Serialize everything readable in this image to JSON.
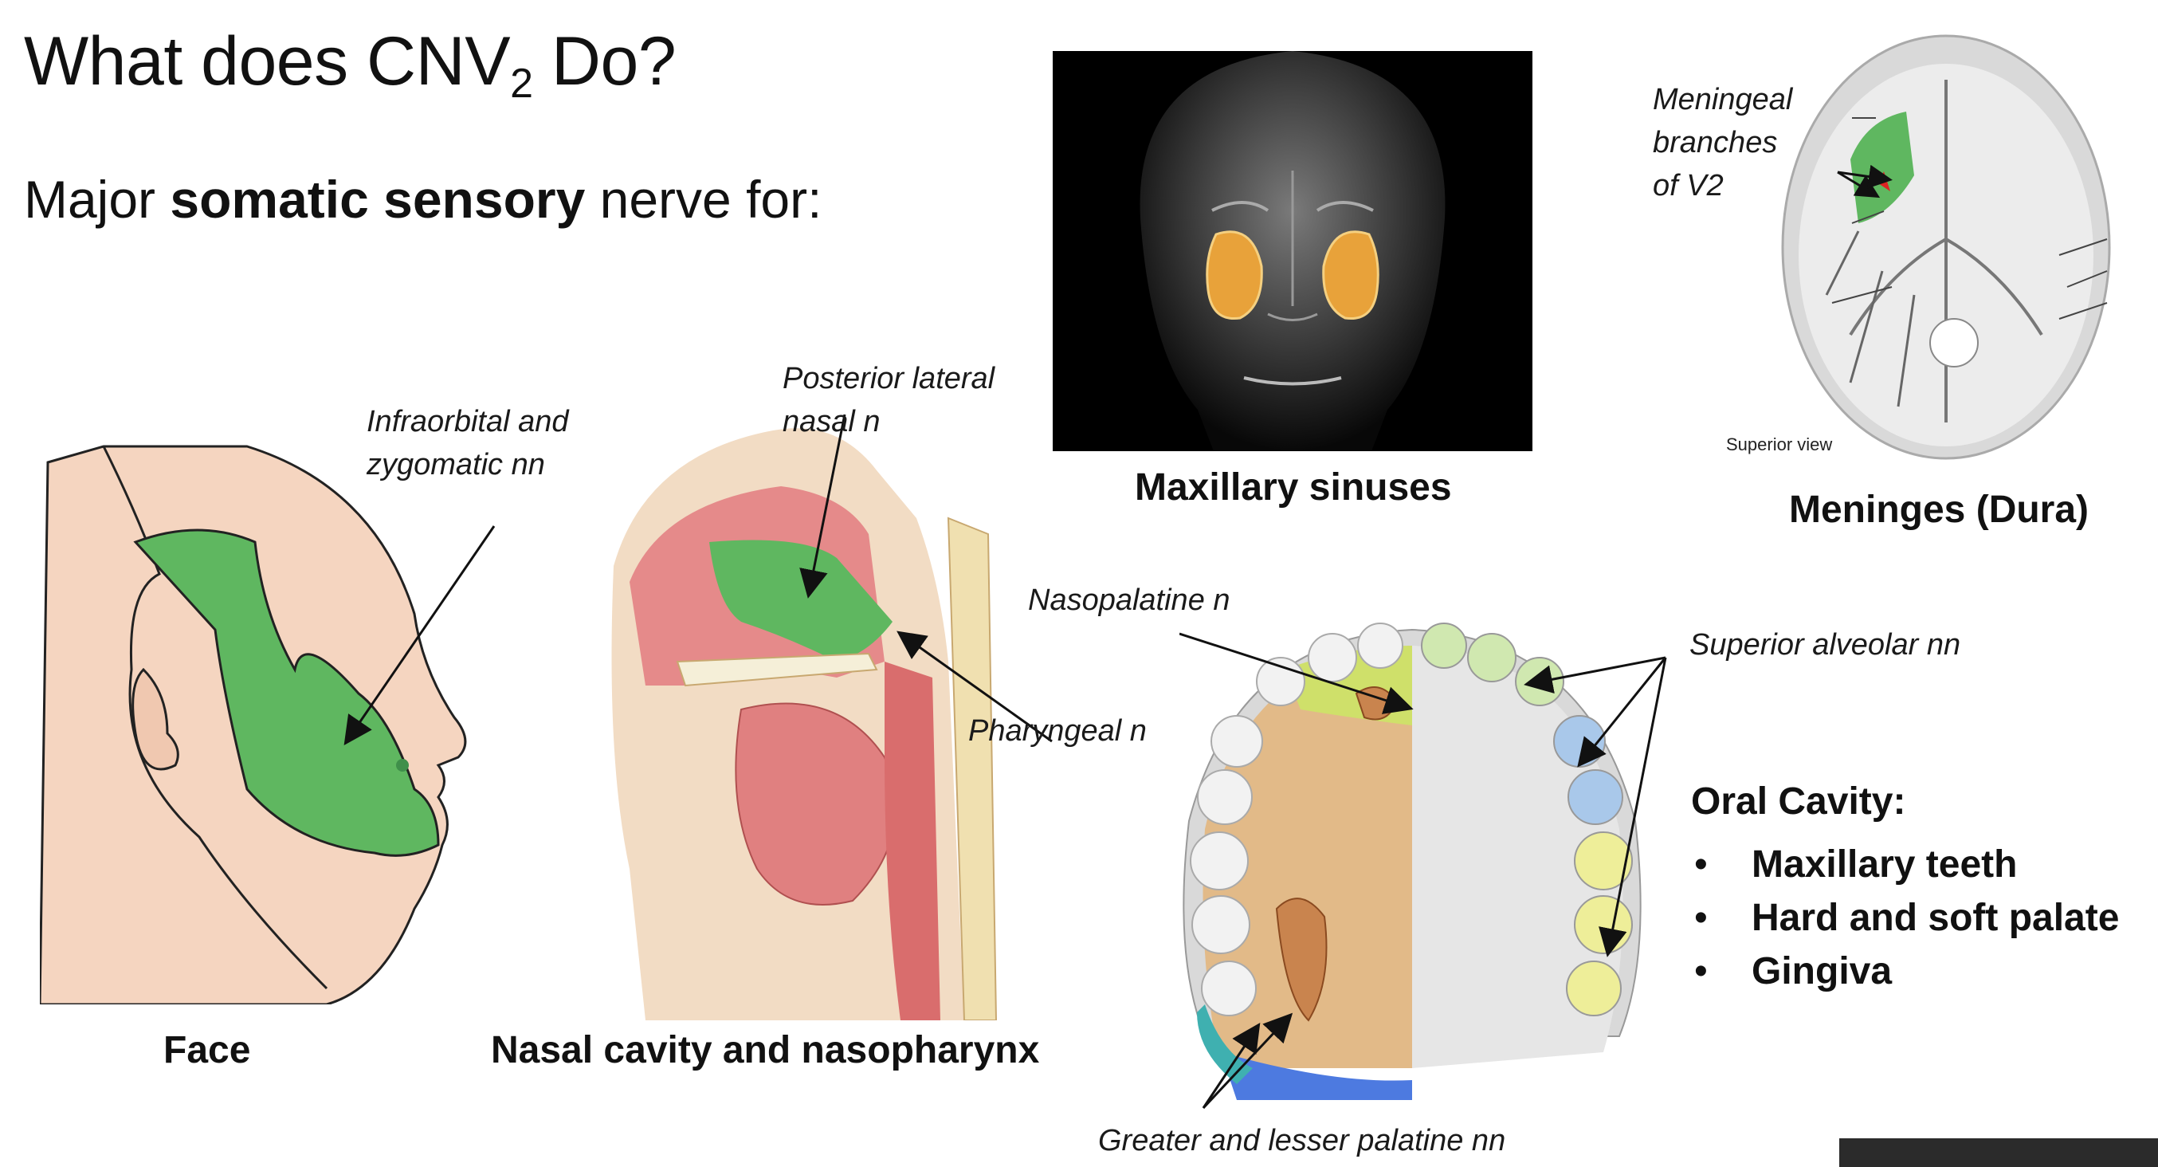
{
  "slide": {
    "title": "What does CNV",
    "title_sub": "2",
    "title_end": " Do?",
    "subtitle_pre": "Major ",
    "subtitle_bold": "somatic sensory",
    "subtitle_post": " nerve for:"
  },
  "captions": {
    "face": "Face",
    "nasal": "Nasal cavity and nasopharynx",
    "sinus": "Maxillary sinuses",
    "meninges": "Meninges (Dura)"
  },
  "labels": {
    "infraorbital_1": "Infraorbital and",
    "infraorbital_2": "zygomatic nn",
    "posterior_1": "Posterior lateral",
    "posterior_2": "nasal n",
    "pharyngeal": "Pharyngeal n",
    "nasopalatine": "Nasopalatine n",
    "superior_alveolar": "Superior alveolar nn",
    "palatine": "Greater and lesser palatine nn",
    "meningeal_1": "Meningeal",
    "meningeal_2": "branches",
    "meningeal_3": "of V2",
    "superior_view": "Superior view"
  },
  "oral_cavity": {
    "header": "Oral Cavity:",
    "bullet": "•",
    "items": [
      "Maxillary teeth",
      "Hard and soft palate",
      "Gingiva"
    ]
  },
  "colors": {
    "v2_green": "#5fb760",
    "skin": "#f5d5c0",
    "sinus_orange": "#e8a23a",
    "tooth_blue": "#a9c8ea",
    "tooth_yellow": "#eeee99",
    "palate_tan": "#e2ba88"
  }
}
